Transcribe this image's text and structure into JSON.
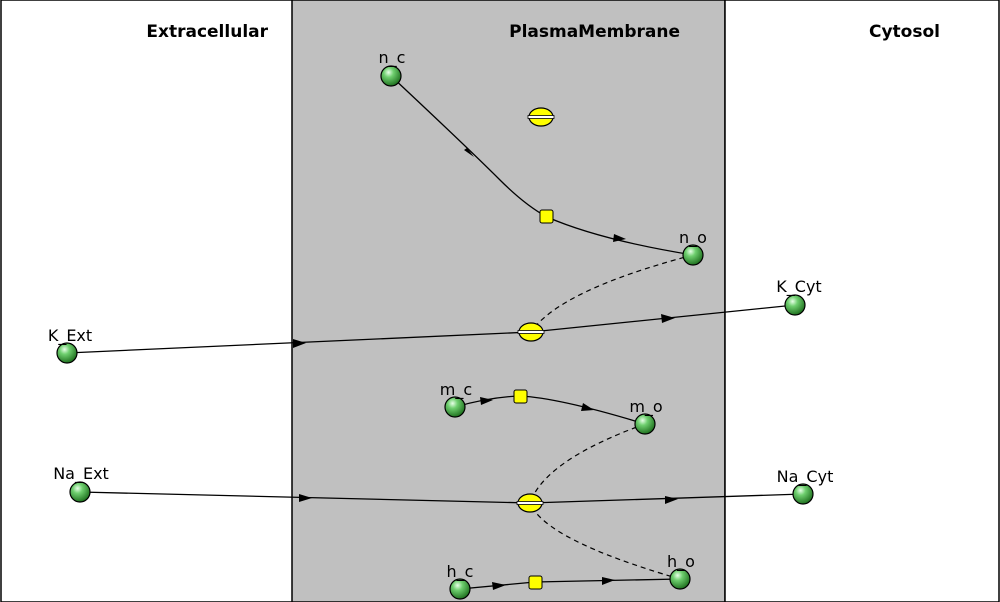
{
  "compartments": {
    "extracellular": "Extracellular",
    "membrane": "PlasmaMembrane",
    "cytosol": "Cytosol"
  },
  "species": {
    "n_c": "n_c",
    "n_o": "n_o",
    "K_Ext": "K_Ext",
    "K_Cyt": "K_Cyt",
    "m_c": "m_c",
    "m_o": "m_o",
    "Na_Ext": "Na_Ext",
    "Na_Cyt": "Na_Cyt",
    "h_c": "h_c",
    "h_o": "h_o"
  },
  "colors": {
    "membrane_fill": "#c0c0c0",
    "species_fill": "#2e9a2e",
    "process_fill": "#ffff00"
  }
}
